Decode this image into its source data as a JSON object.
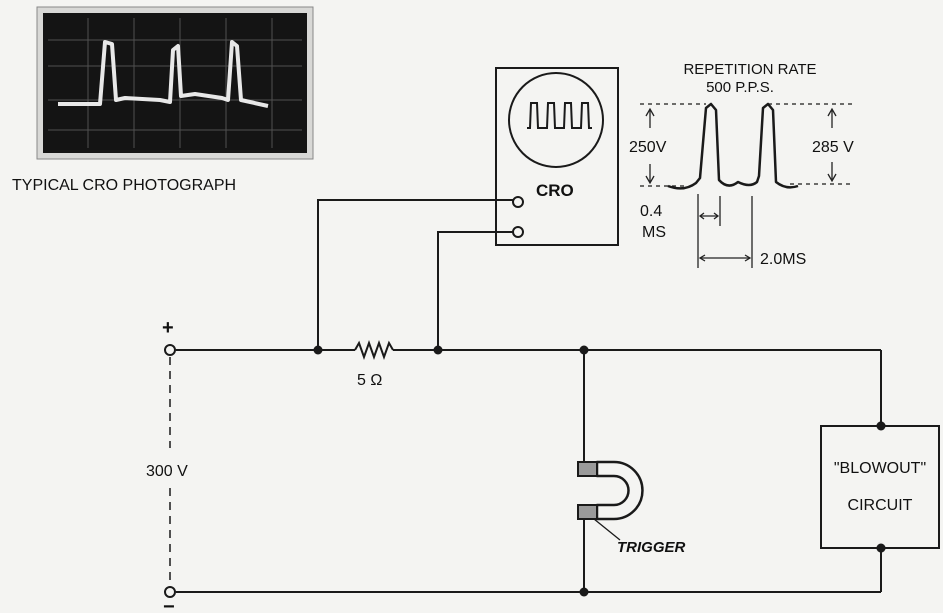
{
  "photo": {
    "caption": "TYPICAL CRO PHOTOGRAPH"
  },
  "cro": {
    "label": "CRO"
  },
  "waveform": {
    "repetition_title": "REPETITION RATE",
    "repetition_value": "500 P.P.S.",
    "left_amplitude": "250V",
    "right_amplitude": "285 V",
    "pulse_width_value": "0.4",
    "pulse_width_unit": "MS",
    "period": "2.0MS"
  },
  "circuit": {
    "plus_sign": "+",
    "minus_sign": "−",
    "supply_voltage": "300 V",
    "resistor_value": "5 Ω",
    "trigger_label": "TRIGGER",
    "blowout_line1": "\"BLOWOUT\"",
    "blowout_line2": "CIRCUIT"
  },
  "colors": {
    "ink": "#1a1a1a",
    "paper": "#f4f4f2",
    "screen": "#141414",
    "trace": "#e8e8e8"
  }
}
